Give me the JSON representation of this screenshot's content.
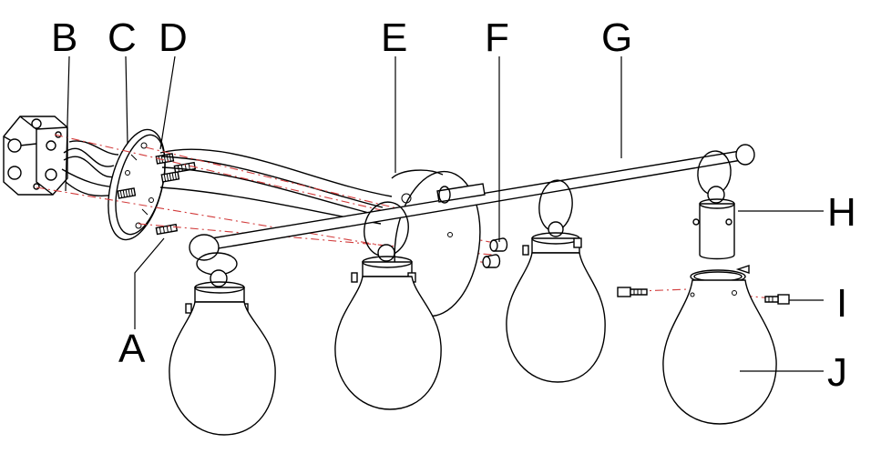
{
  "diagram": {
    "callouts": {
      "A": "A",
      "B": "B",
      "C": "C",
      "D": "D",
      "E": "E",
      "F": "F",
      "G": "G",
      "H": "H",
      "I": "I",
      "J": "J"
    },
    "colors": {
      "line": "#000000",
      "alignment_dash": "#d23c3c",
      "background": "#ffffff"
    }
  }
}
